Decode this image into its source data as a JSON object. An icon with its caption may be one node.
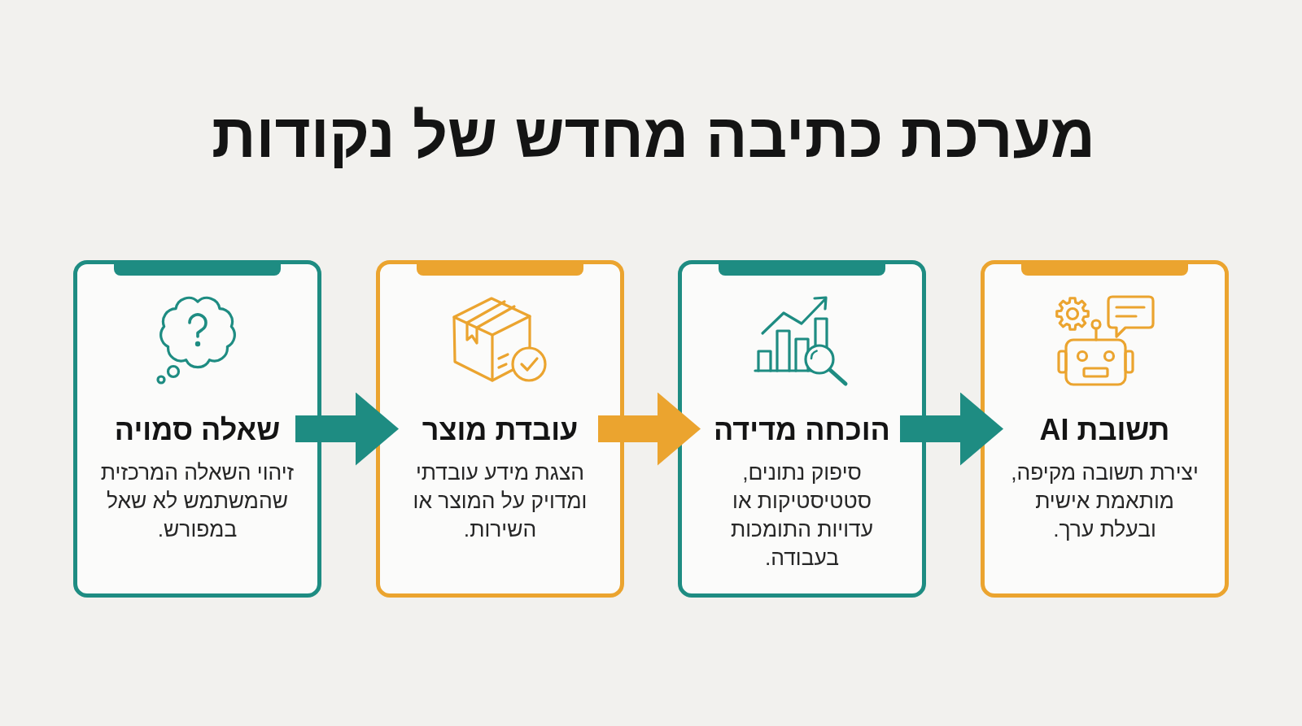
{
  "diagram": {
    "title": "מערכת כתיבה מחדש של נקודות",
    "nodes": [
      {
        "text": [
          "שאלה סמויה",
          "זיהוי השאלה המרכזית שהמשתמש לא שאל במפורש."
        ]
      },
      {
        "text": [
          "עובדת מוצר",
          "הצגת מידע עובדתי ומדויק על המוצר או השירות."
        ]
      },
      {
        "text": [
          "הוכחה מדידה",
          "סיפוק נתונים, סטטיסטיקות או עדויות התומכות בעבודה."
        ]
      },
      {
        "text": [
          "תשובת AI",
          "יצירת תשובה מקיפה, מותאמת אישית ובעלת ערך."
        ]
      }
    ],
    "edges": [
      {
        "from": 0,
        "to": 1,
        "arrow": "to"
      },
      {
        "from": 1,
        "to": 2,
        "arrow": "to",
        "color": "#eba42f"
      },
      {
        "from": 2,
        "to": 3,
        "arrow": "to"
      }
    ]
  }
}
